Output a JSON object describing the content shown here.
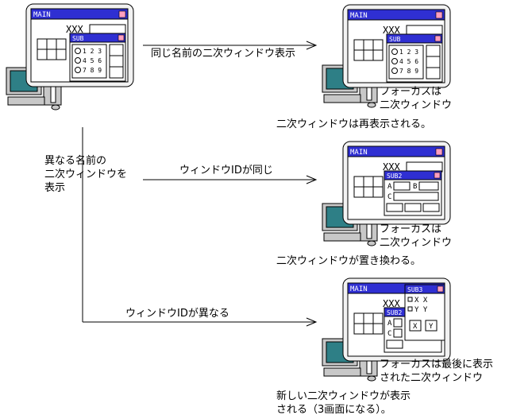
{
  "colors": {
    "title_bar": "#2f2fd2",
    "close_box": "#ff9ec0",
    "frame": "#f2f2f2",
    "monitor_screen": "#2e7f86",
    "computer_gray": "#c8c8c8"
  },
  "window": {
    "main_title": "MAIN",
    "xxx": "XXX",
    "sub_title": "SUB",
    "sub2_title": "SUB2",
    "sub3_title": "SUB3",
    "radio_1": "1 2 3",
    "radio_2": "4 5 6",
    "radio_3": "7 8 9",
    "field_a": "A",
    "field_b": "B",
    "field_c": "C",
    "opt_x": "X X",
    "opt_y": "Y Y",
    "btn_x": "X",
    "btn_y": "Y"
  },
  "labels": {
    "same_name": "同じ名前の二次ウィンドウ表示",
    "focus_1": "フォーカスは\n二次ウィンドウ",
    "result_1": "二次ウィンドウは再表示される。",
    "different_name": "異なる名前の\n二次ウィンドウを\n表示",
    "same_id": "ウィンドウIDが同じ",
    "focus_2": "フォーカスは\n二次ウィンドウ",
    "result_2": "二次ウィンドウが置き換わる。",
    "different_id": "ウィンドウIDが異なる",
    "focus_3": "フォーカスは最後に表示\nされた二次ウィンドウ",
    "result_3": "新しい二次ウィンドウが表示\nされる（3画面になる）。"
  }
}
